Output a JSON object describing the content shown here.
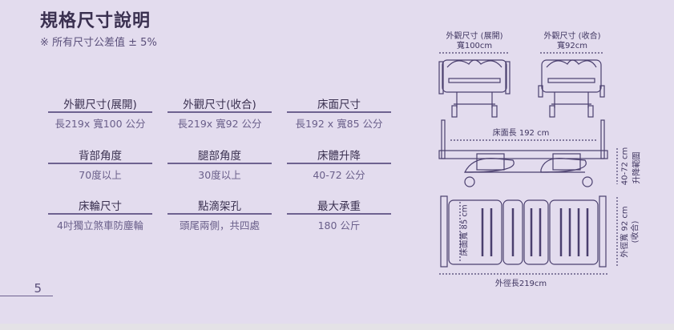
{
  "title": "規格尺寸說明",
  "note": "※  所有尺寸公差值 ± 5%",
  "specs": [
    {
      "label": "外觀尺寸(展開)",
      "value": "長219x 寬100 公分"
    },
    {
      "label": "外觀尺寸(收合)",
      "value": "長219x 寬92 公分"
    },
    {
      "label": "床面尺寸",
      "value": "長192 x 寬85 公分"
    },
    {
      "label": "背部角度",
      "value": "70度以上"
    },
    {
      "label": "腿部角度",
      "value": "30度以上"
    },
    {
      "label": "床體升降",
      "value": "40-72 公分"
    },
    {
      "label": "床輪尺寸",
      "value": "4吋獨立煞車防塵輪"
    },
    {
      "label": "點滴架孔",
      "value": "頭尾兩側，共四處"
    },
    {
      "label": "最大承重",
      "value": "180 公斤"
    }
  ],
  "diagram": {
    "open_title": "外觀尺寸 (展開)",
    "open_width": "寬100cm",
    "closed_title": "外觀尺寸 (收合)",
    "closed_width": "寬92cm",
    "surface_length": "床面長 192 cm",
    "height_range": "40-72 cm",
    "height_label": "升降範圍",
    "surface_width": "床面寬 85 cm",
    "outer_width": "外徑寬 92 cm",
    "outer_width_note": "(收合)",
    "outer_length": "外徑長219cm"
  },
  "page_number": "5"
}
